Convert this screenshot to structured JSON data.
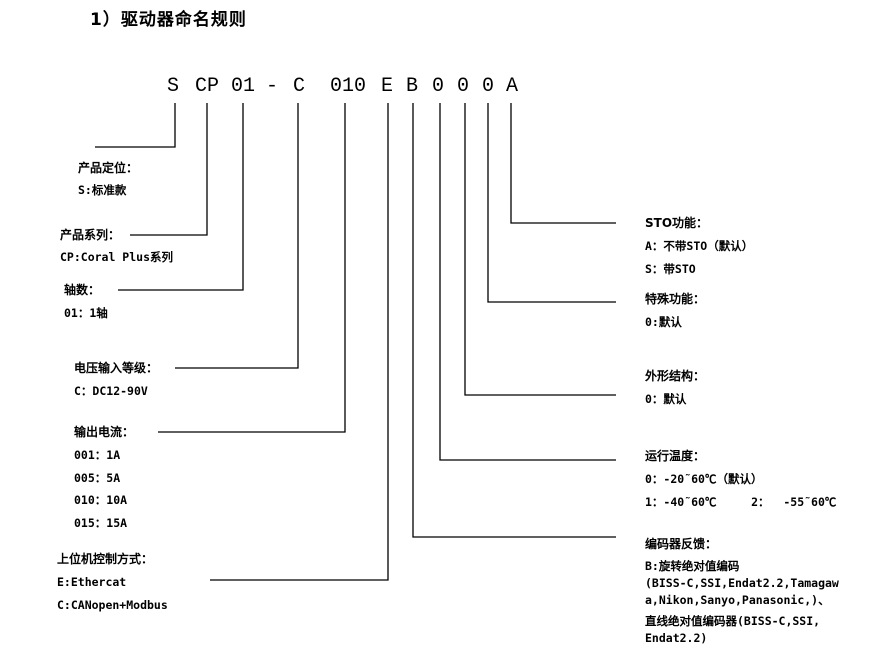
{
  "title": "1）驱动器命名规则",
  "code": {
    "s": "S",
    "cp": "CP",
    "axis": "01",
    "dash": "-",
    "c": "C",
    "current": "010",
    "e": "E",
    "b": "B",
    "o1": "0",
    "o2": "0",
    "o3": "0",
    "a": "A"
  },
  "left": {
    "positioning": {
      "label": "产品定位：",
      "value": "S:标准款"
    },
    "series": {
      "label": "产品系列：",
      "value": "CP:Coral Plus系列"
    },
    "axes": {
      "label": "轴数：",
      "value": "01：1轴"
    },
    "voltage": {
      "label": "电压输入等级：",
      "value": "C：DC12-90V"
    },
    "current": {
      "label": "输出电流：",
      "values": [
        "001：1A",
        "005：5A",
        "010：10A",
        "015：15A"
      ]
    },
    "control": {
      "label": "上位机控制方式：",
      "values": [
        "E:Ethercat",
        "C:CANopen+Modbus"
      ]
    }
  },
  "right": {
    "sto": {
      "label": "STO功能：",
      "values": [
        "A：不带STO（默认）",
        "S：带STO"
      ]
    },
    "special": {
      "label": "特殊功能：",
      "value": "0:默认"
    },
    "shape": {
      "label": "外形结构：",
      "value": "0：默认"
    },
    "temp": {
      "label": "运行温度：",
      "values": [
        "0：-20˜60℃（默认）",
        "1：-40˜60℃     2：  -55˜60℃"
      ]
    },
    "encoder": {
      "label": "编码器反馈：",
      "values": [
        "B:旋转绝对值编码",
        "(BISS-C,SSI,Endat2.2,Tamagaw",
        "a,Nikon,Sanyo,Panasonic,)、",
        "直线绝对值编码器(BISS-C,SSI,",
        "Endat2.2)"
      ]
    }
  }
}
